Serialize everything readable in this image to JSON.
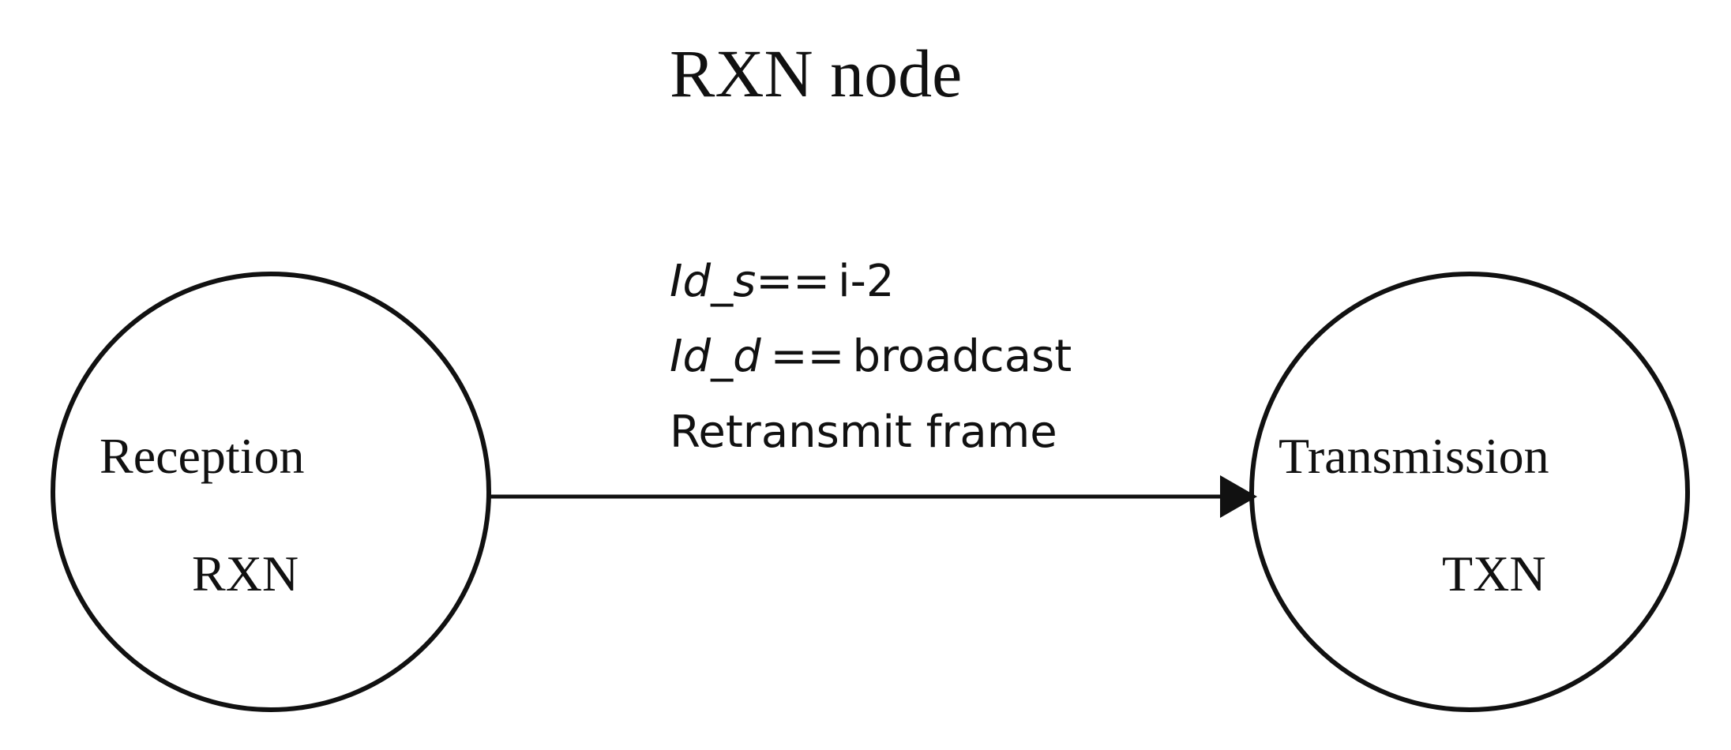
{
  "diagram": {
    "title": "RXN node",
    "states": [
      {
        "id": "reception",
        "name": "Reception",
        "code": "RXN"
      },
      {
        "id": "transmission",
        "name": "Transmission",
        "code": "TXN"
      }
    ],
    "transition": {
      "from": "reception",
      "to": "transmission",
      "conditions": [
        {
          "var": "Id_s",
          "op": "==",
          "value": "i-2"
        },
        {
          "var": "Id_d",
          "op": "==",
          "value": "broadcast"
        }
      ],
      "action": "Retransmit frame"
    }
  }
}
